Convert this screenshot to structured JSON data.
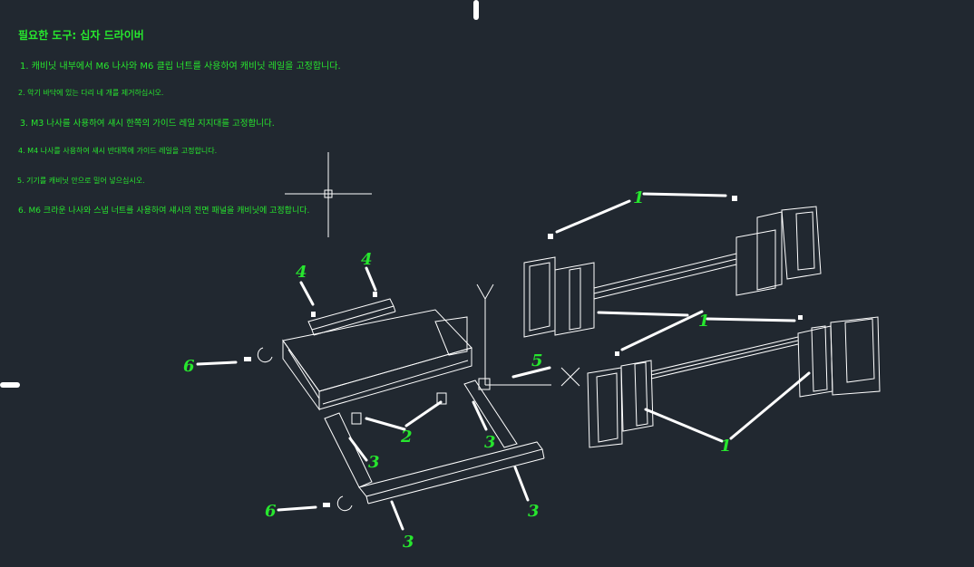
{
  "instructions": {
    "title": "필요한 도구: 십자 드라이버",
    "steps": [
      "1. 캐비닛 내부에서 M6 나사와 M6 클립 너트를 사용하여 캐비닛 레일을 고정합니다.",
      "2. 악기 바닥에 있는 다리 네 개를 제거하십시오.",
      "3. M3 나사를 사용하여 섀시 한쪽의 가이드 레일 지지대를 고정합니다.",
      "4. M4 나사를 사용하여 섀시 반대쪽에 가이드 레일을 고정합니다.",
      "5. 기기를 캐비닛 안으로 밀어 넣으십시오.",
      "6. M6 크라운 나사와 스냅 너트를 사용하여 섀시의 전면 패널을 캐비닛에 고정합니다."
    ]
  },
  "callouts": {
    "c1a": "1",
    "c1b": "1",
    "c1c": "1",
    "c2": "2",
    "c3a": "3",
    "c3b": "3",
    "c3c": "3",
    "c3d": "3",
    "c4a": "4",
    "c4b": "4",
    "c5": "5",
    "c6a": "6",
    "c6b": "6"
  },
  "colors": {
    "background": "#212830",
    "annotation": "#27e62e",
    "linework": "#ffffff"
  }
}
